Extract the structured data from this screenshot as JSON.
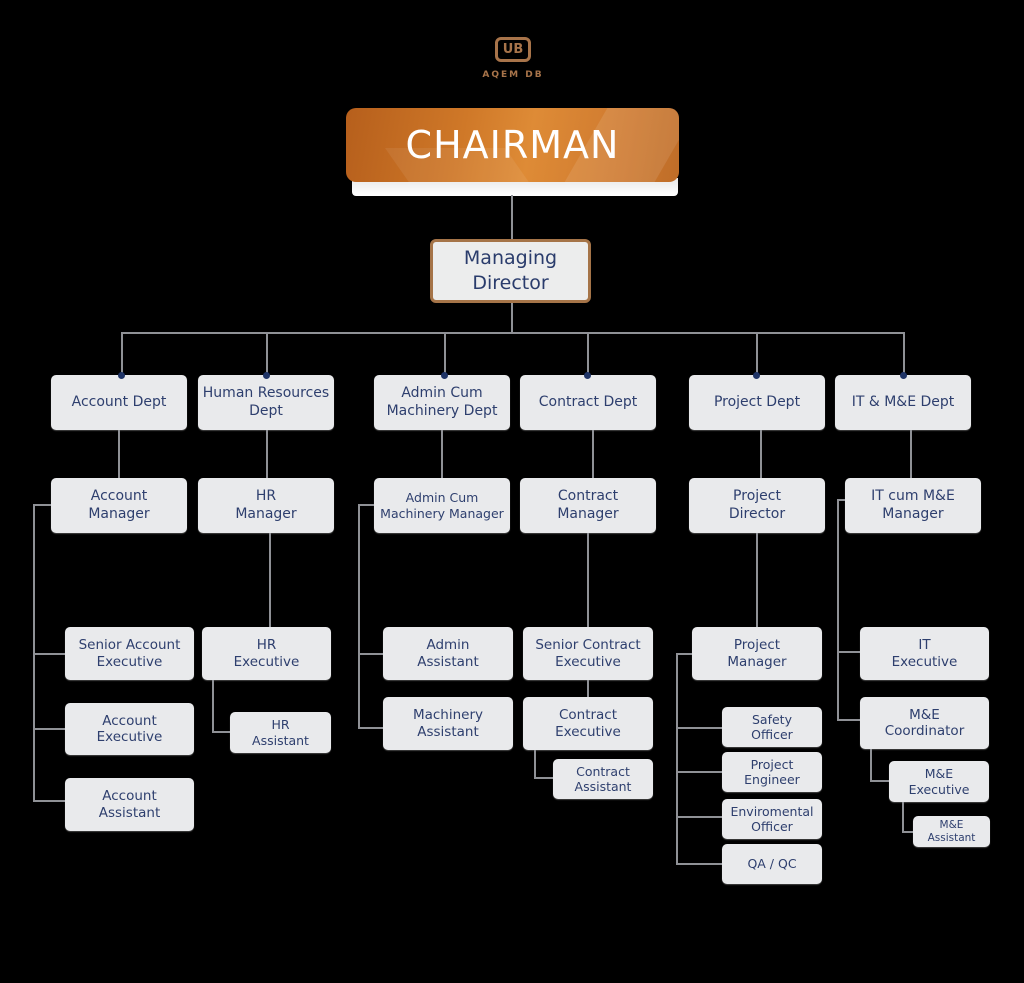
{
  "logo": {
    "mark": "UB",
    "text": "AQEM DB",
    "color": "#a8744a"
  },
  "chairman": {
    "label": "CHAIRMAN",
    "color": "#cf7828"
  },
  "managing_director": {
    "label": "Managing\nDirector",
    "border_color": "#a57448"
  },
  "colors": {
    "box_fill": "#e9eaec",
    "text": "#2e3f6e",
    "connector": "#8f9196",
    "dot": "#1f3466",
    "background": "#000000"
  },
  "departments": [
    {
      "name": "Account Dept",
      "manager": "Account\nManager",
      "staff": [
        "Senior Account\nExecutive",
        "Account\nExecutive",
        "Account\nAssistant"
      ]
    },
    {
      "name": "Human Resources\nDept",
      "manager": "HR\nManager",
      "staff": [
        "HR\nExecutive",
        "HR\nAssistant"
      ]
    },
    {
      "name": "Admin Cum\nMachinery Dept",
      "manager": "Admin Cum\nMachinery Manager",
      "staff": [
        "Admin\nAssistant",
        "Machinery\nAssistant"
      ]
    },
    {
      "name": "Contract Dept",
      "manager": "Contract\nManager",
      "staff": [
        "Senior Contract\nExecutive",
        "Contract\nExecutive",
        "Contract\nAssistant"
      ]
    },
    {
      "name": "Project Dept",
      "manager": "Project\nDirector",
      "staff": [
        "Project\nManager",
        "Safety\nOfficer",
        "Project\nEngineer",
        "Enviromental\nOfficer",
        "QA / QC"
      ]
    },
    {
      "name": "IT & M&E Dept",
      "manager": "IT cum M&E\nManager",
      "staff": [
        "IT\nExecutive",
        "M&E\nCoordinator",
        "M&E\nExecutive",
        "M&E\nAssistant"
      ]
    }
  ]
}
